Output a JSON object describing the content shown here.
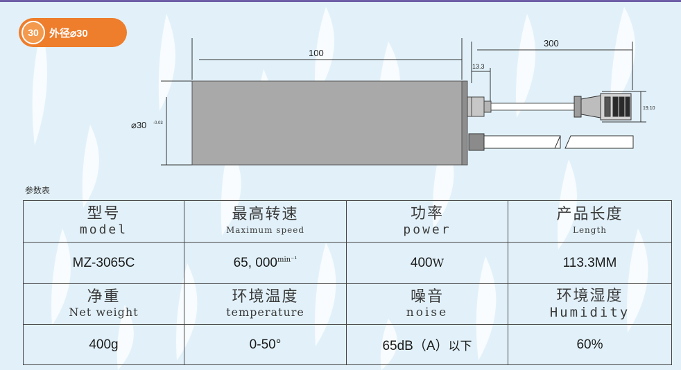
{
  "badge": {
    "number": "30",
    "label": "外径⌀30"
  },
  "drawing": {
    "length_label": "100",
    "cable_length_label": "300",
    "flange_label": "13.3",
    "connector_label": "19.10",
    "diameter_label": "⌀30",
    "diameter_tolerance": "-0.03"
  },
  "table": {
    "caption": "参数表",
    "row1": [
      {
        "cn": "型号",
        "en": "model"
      },
      {
        "cn": "最高转速",
        "en": "Maximum speed"
      },
      {
        "cn": "功率",
        "en": "power"
      },
      {
        "cn": "产品长度",
        "en": "Length"
      }
    ],
    "row2": {
      "model": "MZ-3065C",
      "speed": "65, 000",
      "speed_unit": "min⁻¹",
      "power_num": "400",
      "power_unit": "W",
      "length": "113.3MM"
    },
    "row3": [
      {
        "cn": "净重",
        "en": "Net weight"
      },
      {
        "cn": "环境温度",
        "en": "temperature"
      },
      {
        "cn": "噪音",
        "en": "noise"
      },
      {
        "cn": "环境湿度",
        "en": "Humidity"
      }
    ],
    "row4": {
      "weight": "400g",
      "temperature": "0-50°",
      "noise_value": "65dB（A）",
      "noise_suffix": "以下",
      "humidity": "60%"
    }
  },
  "colors": {
    "background": "#e2f1f9",
    "accent": "#ee7d2c",
    "top_line": "#6f5fa8",
    "motor_body": "#a9a9a9"
  }
}
